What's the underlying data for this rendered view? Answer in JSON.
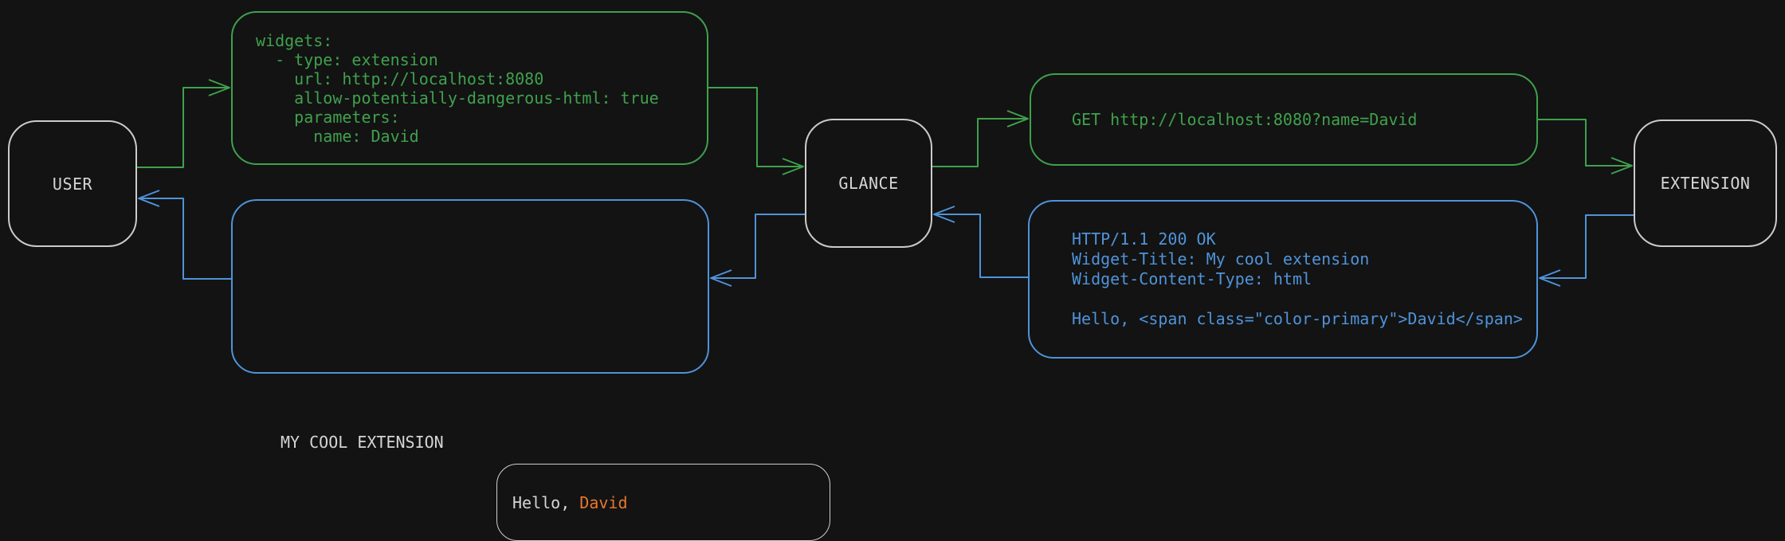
{
  "colors": {
    "background": "#131313",
    "node_border": "#cbcbcb",
    "node_text": "#d5d5d5",
    "request_accent": "#3fa14d",
    "response_accent": "#4f93d9",
    "highlight": "#e8762e",
    "plain_text": "#d5d5d5",
    "inner_border": "#cfcfcf"
  },
  "nodes": {
    "user": {
      "label": "USER"
    },
    "glance": {
      "label": "GLANCE"
    },
    "extension": {
      "label": "EXTENSION"
    }
  },
  "boxes": {
    "config": {
      "lines": [
        "widgets:",
        "  - type: extension",
        "    url: http://localhost:8080",
        "    allow-potentially-dangerous-html: true",
        "    parameters:",
        "      name: David"
      ]
    },
    "request": {
      "text": "GET http://localhost:8080?name=David"
    },
    "response": {
      "lines": [
        "HTTP/1.1 200 OK",
        "Widget-Title: My cool extension",
        "Widget-Content-Type: html",
        "",
        "Hello, <span class=\"color-primary\">David</span>"
      ]
    },
    "widget": {
      "title": "MY COOL EXTENSION",
      "hello_prefix": "Hello, ",
      "hello_name": "David"
    }
  }
}
